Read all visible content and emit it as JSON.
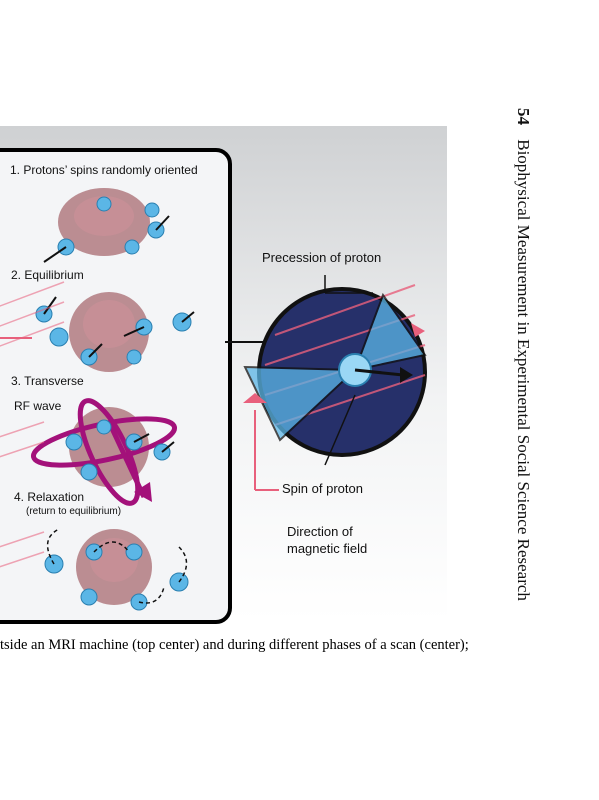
{
  "figure": {
    "steps": [
      {
        "label": "1. Protons’ spins randomly oriented"
      },
      {
        "label": "2. Equilibrium"
      },
      {
        "label": "3. Transverse"
      },
      {
        "label": "RF wave"
      },
      {
        "label": "4. Relaxation"
      },
      {
        "label": "(return to equilibrium)"
      }
    ],
    "callouts": {
      "precession": "Precession of proton",
      "spin": "Spin of proton",
      "direction": "Direction of\nmagnetic field"
    },
    "colors": {
      "proton": "#5bb6e6",
      "rf_wave": "#a3117a",
      "field": "#e8607c",
      "brain": "#b07a80"
    }
  },
  "caption": "tside an MRI machine (top center) and during different phases of a scan (center);",
  "running_head": {
    "page": "54",
    "title": "Biophysical Measurement in Experimental Social Science Research"
  }
}
